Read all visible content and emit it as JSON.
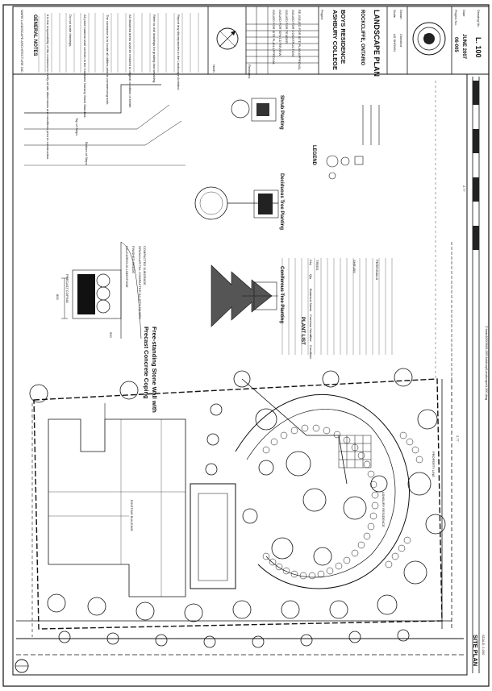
{
  "title_block": {
    "firm": "WARD LANDSCAPE ARCHITECTURE INC.",
    "project_label": "Project",
    "project_line1": "ASHBURY COLLEGE",
    "project_line2": "BOYS RESIDENCE",
    "location": "ROCKCLIFFE, ONTARIO",
    "drawing_title": "LANDSCAPE PLAN",
    "project_no_label": "Project No.",
    "project_no": "06-005",
    "drawing_no_label": "Drawing No.",
    "drawing_no": "L. 100",
    "date_label": "Date",
    "date": "JUNE 2007",
    "scale_label": "Scale",
    "scale": "AS SHOWN",
    "drawn_label": "Drawn",
    "checked_label": "Checked",
    "stamp": "OALA",
    "north_label": "North",
    "revisions_title": "Revisions",
    "revisions": [
      "ISSUED FOR SITE PLAN APPROVAL",
      "ISSUED FOR 50% CD REVIEW",
      "ISSUED FOR TENDER",
      "ISSUED FOR CONSTRUCTION",
      "RE-ISSUED FOR SITE PLAN APPROVAL"
    ]
  },
  "general_notes": {
    "heading": "GENERAL NOTES",
    "items": [
      "It is the responsibility of the contractor to verify all site dimensions and conditions prior to construction.",
      "Do not scale drawings.",
      "All plant material shall conform to the Canadian Nursery Stock Standard.",
      "The contractor is to locate all utilities prior to commencing work.",
      "All disturbed areas shall be restored to original condition or better.",
      "Refer to civil drawings for grading and servicing.",
      "Report any discrepancies to the Landscape Architect."
    ]
  },
  "details": {
    "wall_title_1": "Free-standing Stone Wall with",
    "wall_title_2": "Precast Concrete Coping",
    "wall_labels": [
      "PRECAST COPING",
      "CALCAREOUS LIMESTONE",
      "FINISHED GRADE",
      "GRANULAR FILL COMPACTED IN LIFTS TO 98%",
      "COMPACTED SUBGRADE"
    ],
    "dim_1": "800",
    "dim_2": "500",
    "conifer_title": "Coniferous Tree Planting",
    "deciduous_title": "Deciduous Tree Planting",
    "shrub_title": "Shrub Planting",
    "stairs_top": "Top of Steps",
    "stairs_bottom": "Bottom of Steps"
  },
  "plant_list": {
    "heading": "PLANT LIST",
    "columns": [
      "Key",
      "Qty",
      "Botanical Name",
      "Common Name",
      "Size",
      "Condition"
    ],
    "trees_heading": "TREES",
    "shrubs_heading": "SHRUBS",
    "perennials_heading": "PERENNIALS"
  },
  "legend": {
    "heading": "LEGEND"
  },
  "plan": {
    "residence_label": "ASHBURY RESIDENCE",
    "road_label": "",
    "existing_building": "EXISTING BUILDING",
    "property_line": "PROPERTY LINE",
    "site_plan_title": "SITE PLAN",
    "site_plan_scale": "SCALE: 1:200",
    "handwriting_1": "2.77",
    "handwriting_2": "2.77"
  },
  "footer": {
    "path": "C:\\ward\\2006\\06-005 Ashbury\\Landscape\\L100.dwg"
  }
}
